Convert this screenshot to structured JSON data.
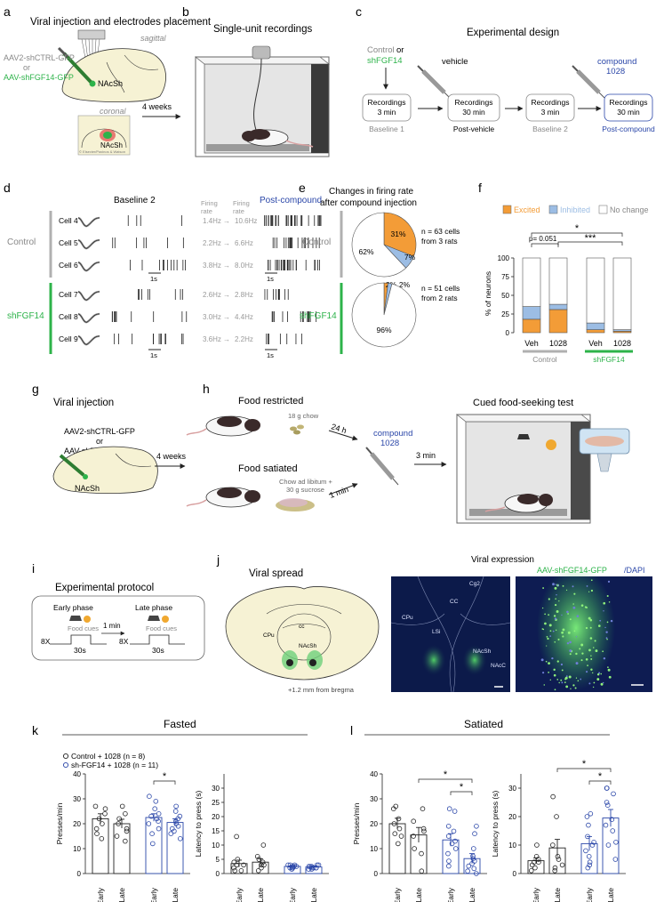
{
  "colors": {
    "green": "#2db34a",
    "blue": "#2a46a8",
    "orange": "#f39c37",
    "lightblue": "#9cbde4",
    "gray": "#8c8c8c",
    "grayline": "#b0b0b0",
    "brain": "#f6f2d4",
    "microscope_bg": "#0c1a4a",
    "microscope_green": "#4fd15a"
  },
  "panel_a": {
    "letter": "a",
    "title": "Viral injection and electrodes placement",
    "construct_control": "AAV2-shCTRL-GFP",
    "or": "or",
    "construct_sh": "AAV-shFGF14-GFP",
    "sagittal": "sagittal",
    "coronal": "coronal",
    "region": "NAcSh",
    "credit": "© Elsevier/Paxinos & Watson",
    "arrow_label": "4 weeks"
  },
  "panel_b": {
    "letter": "b",
    "title": "Single-unit recordings"
  },
  "panel_c": {
    "letter": "c",
    "title": "Experimental design",
    "control": "Control",
    "or": "or",
    "sh": "shFGF14",
    "vehicle": "vehicle",
    "compound": "compound",
    "compound_num": "1028",
    "boxes": [
      {
        "line1": "Recordings",
        "line2": "3 min",
        "caption": "Baseline 1"
      },
      {
        "line1": "Recordings",
        "line2": "30 min",
        "caption": "Post-vehicle"
      },
      {
        "line1": "Recordings",
        "line2": "3 min",
        "caption": "Baseline 2"
      },
      {
        "line1": "Recordings",
        "line2": "30 min",
        "caption": "Post-compound"
      }
    ]
  },
  "panel_d": {
    "letter": "d",
    "baseline": "Baseline 2",
    "post": "Post-compound",
    "firing_rate": "Firing rate",
    "arrow": "→",
    "scale": "1s",
    "group_control": "Control",
    "group_sh": "shFGF14",
    "cells": [
      {
        "name": "Cell 4",
        "pre": "1.4Hz",
        "post": "10.6Hz"
      },
      {
        "name": "Cell 5",
        "pre": "2.2Hz",
        "post": "6.6Hz"
      },
      {
        "name": "Cell 6",
        "pre": "3.8Hz",
        "post": "8.0Hz"
      },
      {
        "name": "Cell 7",
        "pre": "2.6Hz",
        "post": "2.8Hz"
      },
      {
        "name": "Cell 8",
        "pre": "3.0Hz",
        "post": "4.4Hz"
      },
      {
        "name": "Cell 9",
        "pre": "3.6Hz",
        "post": "2.2Hz"
      }
    ]
  },
  "panel_e": {
    "letter": "e",
    "title1": "Changes in firing rate",
    "title2": "after compound injection",
    "group_control": "Control",
    "group_sh": "shFGF14",
    "pie1_n": "n = 63 cells",
    "pie1_rats": "from 3 rats",
    "pie2_n": "n = 51 cells",
    "pie2_rats": "from 2 rats"
  },
  "panel_f": {
    "letter": "f",
    "legend": [
      "Excited",
      "Inhibited",
      "No change"
    ],
    "ylabel": "% of neurons",
    "yticks": [
      "0",
      "25",
      "50",
      "75",
      "100"
    ],
    "xcats": [
      "Veh",
      "1028",
      "Veh",
      "1028"
    ],
    "group_control": "Control",
    "group_sh": "shFGF14",
    "sig_p": "p= 0.051",
    "sig_star1": "*",
    "sig_star3": "***"
  },
  "panel_g": {
    "letter": "g",
    "title": "Viral injection",
    "construct_control": "AAV2-shCTRL-GFP",
    "or": "or",
    "construct_sh": "AAV-shFGF14-GFP",
    "region": "NAcSh",
    "arrow_label": "4 weeks"
  },
  "panel_h": {
    "letter": "h",
    "restricted": "Food restricted",
    "chow": "18 g chow",
    "satiated": "Food satiated",
    "sat_food1": "Chow ad libitum +",
    "sat_food2": "30 g sucrose",
    "t24": "24 h",
    "t1": "1 min",
    "compound": "compound",
    "compound_num": "1028",
    "t3": "3 min",
    "test_title": "Cued food-seeking test"
  },
  "panel_i": {
    "letter": "i",
    "title": "Experimental protocol",
    "early": "Early phase",
    "late": "Late phase",
    "food_cues": "Food cues",
    "gap": "1 min",
    "reps": "8X",
    "dur": "30s"
  },
  "panel_j": {
    "letter": "j",
    "spread_title": "Viral spread",
    "expr_title": "Viral expression",
    "bregma": "+1.2 mm from bregma",
    "gfp_label": "AAV-shFGF14-GFP",
    "dapi_label": "/DAPI",
    "regions": [
      "CPu",
      "cc",
      "NAcSh",
      "Cg2",
      "CC",
      "LSi",
      "NAcC"
    ]
  },
  "panel_k": {
    "letter": "k",
    "title": "Fasted",
    "legend_control": "Control + 1028 (n = 8)",
    "legend_sh": "sh-FGF14 + 1028 (n = 11)",
    "ylabel_press": "Presses/min",
    "ylabel_lat": "Latency to press (s)",
    "xcats": [
      "Early",
      "Late",
      "Early",
      "Late"
    ],
    "star": "*"
  },
  "panel_l": {
    "letter": "l",
    "title": "Satiated",
    "ylabel_press": "Presses/min",
    "ylabel_lat": "Latency to press (s)",
    "xcats": [
      "Early",
      "Late",
      "Early",
      "Late"
    ],
    "star": "*"
  },
  "chart_data": [
    {
      "type": "pie",
      "id": "e-control",
      "slices": [
        {
          "name": "Excited",
          "value": 31
        },
        {
          "name": "Inhibited",
          "value": 7
        },
        {
          "name": "No change",
          "value": 62
        }
      ]
    },
    {
      "type": "pie",
      "id": "e-shFGF14",
      "slices": [
        {
          "name": "Excited",
          "value": 2
        },
        {
          "name": "Inhibited",
          "value": 2
        },
        {
          "name": "No change",
          "value": 96
        }
      ]
    },
    {
      "type": "bar",
      "id": "f",
      "stacked": true,
      "categories": [
        "Veh",
        "1028",
        "Veh",
        "1028"
      ],
      "ylabel": "% of neurons",
      "ylim": [
        0,
        100
      ],
      "series": [
        {
          "name": "Excited",
          "values": [
            18,
            31,
            4,
            2
          ]
        },
        {
          "name": "Inhibited",
          "values": [
            17,
            7,
            9,
            2
          ]
        },
        {
          "name": "No change",
          "values": [
            65,
            62,
            87,
            96
          ]
        }
      ]
    },
    {
      "type": "bar",
      "id": "k-press",
      "categories": [
        "Early",
        "Late",
        "Early",
        "Late"
      ],
      "ylabel": "Presses/min",
      "ylim": [
        0,
        40
      ],
      "values": [
        22,
        20,
        22.5,
        20.5
      ],
      "sem": [
        2,
        1.8,
        1.5,
        1.5
      ],
      "points": [
        [
          27,
          26,
          24,
          22,
          20,
          18,
          16,
          14
        ],
        [
          27,
          24,
          22,
          20,
          18,
          17,
          15,
          13
        ],
        [
          31,
          29,
          26,
          24,
          23,
          22,
          21,
          20,
          18,
          16,
          12
        ],
        [
          27,
          25,
          23,
          22,
          21,
          20,
          19,
          18,
          17,
          16,
          14
        ]
      ]
    },
    {
      "type": "bar",
      "id": "k-latency",
      "categories": [
        "Early",
        "Late",
        "Early",
        "Late"
      ],
      "ylabel": "Latency to press (s)",
      "ylim": [
        0,
        35
      ],
      "values": [
        3.5,
        4,
        2.5,
        2.3
      ],
      "sem": [
        1.2,
        1.2,
        0.3,
        0.3
      ],
      "points": [
        [
          13,
          5,
          4,
          3,
          3,
          2,
          1,
          1
        ],
        [
          10,
          6,
          5,
          4,
          3,
          3,
          2,
          1
        ],
        [
          3,
          3,
          3,
          2.5,
          2.5,
          2.5,
          2,
          2,
          2,
          2,
          1.5
        ],
        [
          3,
          3,
          2.5,
          2.5,
          2.5,
          2,
          2,
          2,
          2,
          1.5,
          1.5
        ]
      ]
    },
    {
      "type": "bar",
      "id": "l-press",
      "categories": [
        "Early",
        "Late",
        "Early",
        "Late"
      ],
      "ylabel": "Presses/min",
      "ylim": [
        0,
        40
      ],
      "values": [
        20,
        15.5,
        13.5,
        6
      ],
      "sem": [
        2.2,
        3,
        2.5,
        2
      ],
      "points": [
        [
          27,
          26,
          22,
          20,
          18,
          16,
          15,
          12
        ],
        [
          26,
          21,
          18,
          17,
          15,
          10,
          8,
          1
        ],
        [
          26,
          25,
          19,
          17,
          15,
          13,
          12,
          10,
          8,
          5,
          3
        ],
        [
          19,
          16,
          10,
          7,
          6,
          5,
          4,
          3,
          2,
          1,
          0
        ]
      ]
    },
    {
      "type": "bar",
      "id": "l-latency",
      "categories": [
        "Early",
        "Late",
        "Early",
        "Late"
      ],
      "ylabel": "Latency to press (s)",
      "ylim": [
        0,
        35
      ],
      "values": [
        4.5,
        9,
        10.5,
        19.5
      ],
      "sem": [
        1,
        3,
        2.5,
        3
      ],
      "points": [
        [
          10,
          6,
          5,
          4,
          4,
          3,
          2,
          1
        ],
        [
          27,
          20,
          10,
          6,
          5,
          3,
          2,
          1
        ],
        [
          21,
          20,
          17,
          13,
          11,
          10,
          8,
          6,
          4,
          3,
          2
        ],
        [
          30,
          30,
          28,
          25,
          24,
          19,
          17,
          15,
          11,
          10,
          5
        ]
      ]
    }
  ]
}
